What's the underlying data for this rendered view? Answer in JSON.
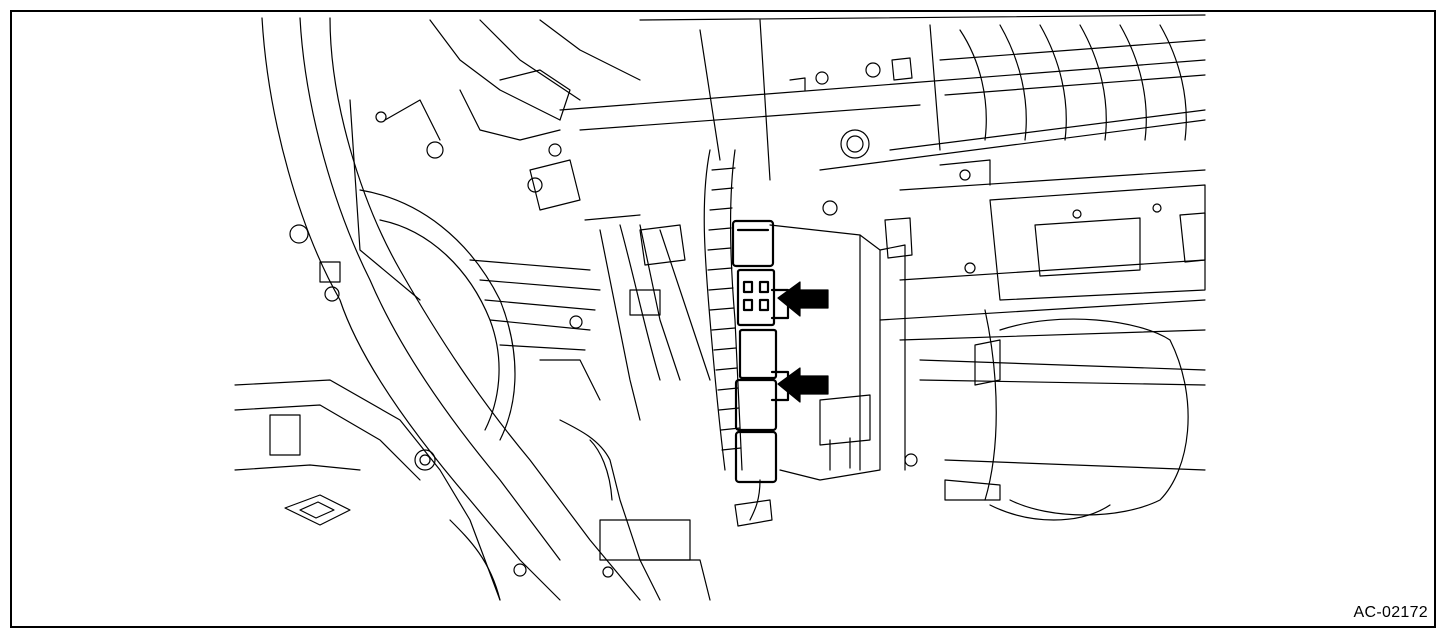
{
  "figure": {
    "id_label": "AC-02172",
    "line_color": "#000000",
    "background_color": "#ffffff",
    "callouts": [
      {
        "name": "upper-connector-arrow",
        "icon": "arrow-left-icon"
      },
      {
        "name": "lower-connector-arrow",
        "icon": "arrow-left-icon"
      }
    ]
  }
}
